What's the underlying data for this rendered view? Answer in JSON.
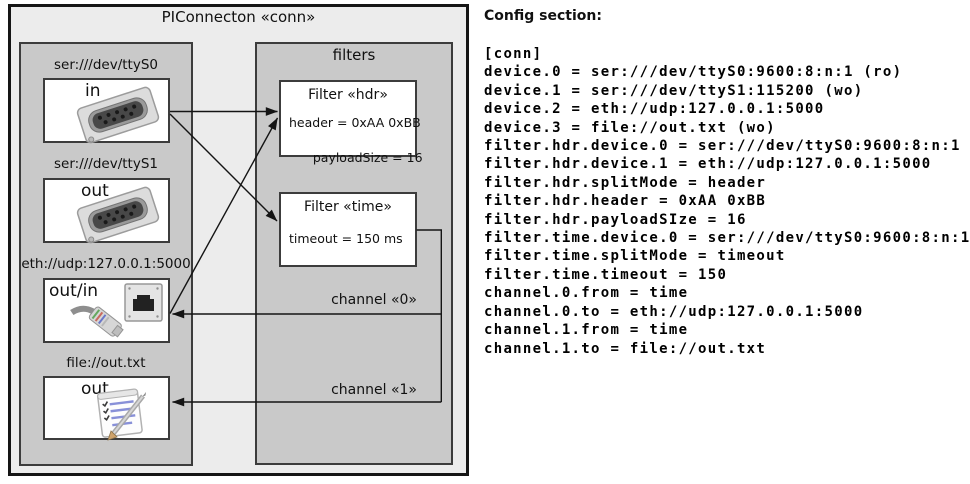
{
  "diagram": {
    "title": "PIConnecton «conn»",
    "filters_title": "filters",
    "devices": [
      {
        "label": "ser:///dev/ttyS0",
        "direction": "in",
        "icon": "serial-connector-icon"
      },
      {
        "label": "ser:///dev/ttyS1",
        "direction": "out",
        "icon": "serial-connector-icon"
      },
      {
        "label": "eth://udp:127.0.0.1:5000",
        "direction": "out/in",
        "icon": "ethernet-icon"
      },
      {
        "label": "file://out.txt",
        "direction": "out",
        "icon": "notepad-icon"
      }
    ],
    "filters": [
      {
        "title": "Filter «hdr»",
        "params": [
          "header = 0xAA 0xBB",
          "payloadSize = 16"
        ]
      },
      {
        "title": "Filter «time»",
        "params": [
          "timeout = 150 ms"
        ]
      }
    ],
    "channels": [
      {
        "label": "channel «0»"
      },
      {
        "label": "channel «1»"
      }
    ],
    "connections": [
      {
        "from": "ser:///dev/ttyS0",
        "to": "Filter «hdr»"
      },
      {
        "from": "ser:///dev/ttyS0",
        "to": "Filter «time»"
      },
      {
        "from": "eth://udp:127.0.0.1:5000",
        "to": "Filter «hdr»"
      },
      {
        "from": "Filter «time»",
        "to": "eth://udp:127.0.0.1:5000",
        "via": "channel «0»"
      },
      {
        "from": "Filter «time»",
        "to": "file://out.txt",
        "via": "channel «1»"
      }
    ],
    "colors": {
      "outer_bg": "#ececec",
      "group_bg": "#c9c9c9",
      "line": "#141414"
    }
  },
  "config": {
    "title": "Config section:",
    "lines": [
      "[conn]",
      "device.0 = ser:///dev/ttyS0:9600:8:n:1 (ro)",
      "device.1 = ser:///dev/ttyS1:115200 (wo)",
      "device.2 = eth://udp:127.0.0.1:5000",
      "device.3 = file://out.txt (wo)",
      "filter.hdr.device.0 = ser:///dev/ttyS0:9600:8:n:1",
      "filter.hdr.device.1 = eth://udp:127.0.0.1:5000",
      "filter.hdr.splitMode = header",
      "filter.hdr.header = 0xAA 0xBB",
      "filter.hdr.payloadSIze = 16",
      "filter.time.device.0 = ser:///dev/ttyS0:9600:8:n:1",
      "filter.time.splitMode = timeout",
      "filter.time.timeout = 150",
      "channel.0.from = time",
      "channel.0.to = eth://udp:127.0.0.1:5000",
      "channel.1.from = time",
      "channel.1.to = file://out.txt"
    ]
  }
}
